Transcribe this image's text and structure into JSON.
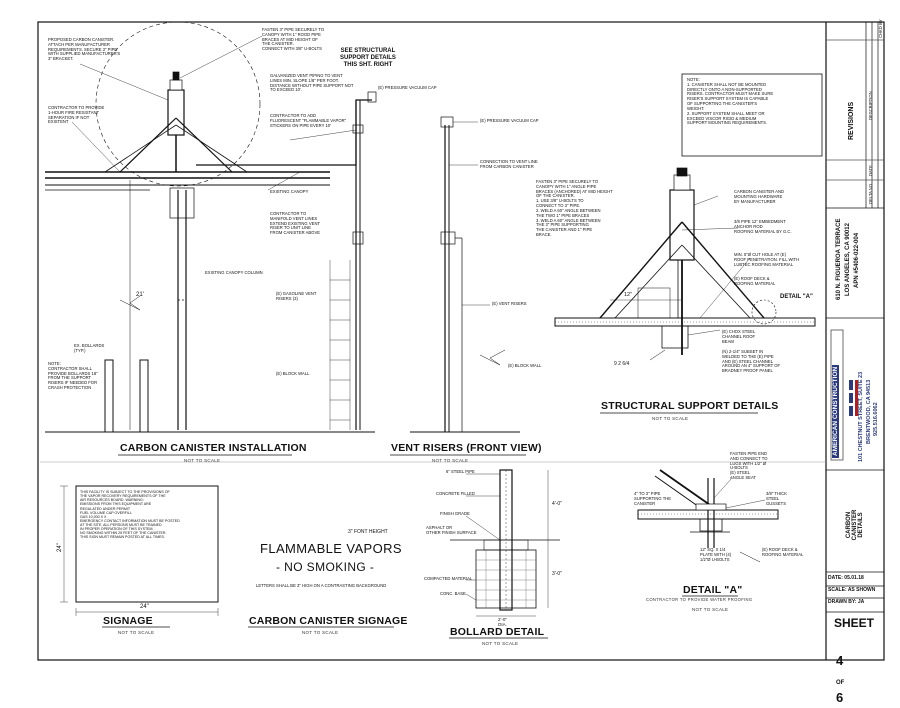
{
  "title_block": {
    "revisions_title": "REVISIONS",
    "rev_col_description": "DESCRIPTION",
    "rev_col_date": "DATE",
    "rev_col_delta": "DELTA NO.",
    "rev_col_chkd": "CHKD BY",
    "project_address_line1": "610 N. FIGUEROA TERRACE",
    "project_address_line2": "LOS ANGELES, CA 90012",
    "project_apn": "APN #5406-022-004",
    "company_name": "AMERICAN CONSTRUCTION",
    "company_address_line1": "101 CHESTNUT STREET, SUITE 23",
    "company_address_line2": "BRENTWOOD, CA 94513",
    "company_phone": "925.516.6062",
    "sheet_description": "CARBON CANISTER\nDETAILS",
    "date_label": "DATE: 05.01.18",
    "scale_label": "SCALE: AS SHOWN",
    "drawn_label": "DRAWN BY: JA",
    "sheet_label": "SHEET",
    "sheet_number": "4",
    "sheet_of": "OF",
    "sheet_total": "6"
  },
  "details": {
    "carbon_canister_installation": {
      "title": "CARBON CANISTER INSTALLATION",
      "scale": "NOT TO SCALE",
      "note_top_left": "PROPOSED CARBON CANISTER.\nATTACH PER MANUFACTURER\nREQUIREMENTS. SECURE 3\" PIPE\nWITH SUPPLIED MANUFACTURER'S\n3\" BRACKET.",
      "note_fasten": "FASTEN 3\" PIPE SECURELY TO\nCANOPY WITH 1\" ROOD PIPE\nBRACES AT MID HEIGHT OF\nTHE CANISTER.\nCONNECT WITH 3/8\" U-BOLTS",
      "note_see_structural": "SEE STRUCTURAL\nSUPPORT DETAILS\nTHIS SHT. RIGHT",
      "note_contractor_hour": "CONTRACTOR TO PROVIDE\n1-HOUR FIRE RESISTANT\nSEPARATION IF NOT\nEXISTENT",
      "note_galvanized": "GALVANIZED VENT PIPING TO VENT\nLINES MIN. SLOPE 1/8\" PER FOOT.\nDISTANCE WITHOUT PIPE SUPPORT NOT\nTO EXCEED 10'.",
      "note_flammable_stickers": "CONTRACTOR TO ADD\nFLUORESCENT \"FLAMMABLE VAPOR\"\nSTICKERS ON PIPE EVERY 10'",
      "note_existing_canopy": "EXISTING CANOPY",
      "note_manifold": "CONTRACTOR TO\nMANIFOLD VENT LINES\nEXTEND EXISTING VENT\nRISER TO UNIT LINE\nFROM CANISTER ABOVE",
      "note_canopy_column": "EXISTING CANOPY COLUMN",
      "note_height": "21'",
      "note_bollards": "EX. BOLLARDS\n(TYP.)",
      "note_contractor_bollards": "NOTE:\nCONTRACTOR SHALL\nPROVIDE BOLLARDS 18\"\nFROM THE SUPPORT\nRISERS IF NEEDED FOR\nCRASH PROTECTION",
      "note_pressure_cap": "(E) PRESSURE VACUUM CAP",
      "note_ex_vent_risers": "(E) GASOLINE VENT\nRISERS (3)",
      "note_block_wall": "(E) BLOCK WALL"
    },
    "vent_risers": {
      "title": "VENT RISERS (FRONT VIEW)",
      "scale": "NOT TO SCALE",
      "note_pressure_cap": "(E) PRESSURE VACUUM CAP",
      "note_connection": "CONNECTION TO VENT LINE\nFROM CARBON CANISTER",
      "note_vent_risers": "(E) VENT RISERS",
      "note_block_wall": "(E) BLOCK WALL"
    },
    "structural_support": {
      "title": "STRUCTURAL SUPPORT DETAILS",
      "scale": "NOT TO SCALE",
      "note_box": "NOTE:\n1.  CANISTER SHALL NOT BE MOUNTED\n    DIRECTLY ONTO A NON-SUPPORTED\n    RISERS. CONTRACTOR MUST MAKE SURE\n    RISER'S SUPPORT SYSTEM IS CAPABLE\n    OF SUPPORTING THE CANISTER'S\n    WEIGHT.\n2.  SUPPORT SYSTEM SHALL MEET OR\n    EXCEED VISCOR RIGID & MEDIUM\n    SUPPORT MOUNTING REQUIREMENTS.",
      "note_fasten": "FASTEN 3\" PIPE SECURELY TO\nCANOPY WITH 1\" ANGLE PIPE\nBRACES (ANCHORED) AT MID HEIGHT\nOF THE CANISTER.\n1. USE 3/8\" U-BOLTS TO\n   CONNECT TO 3\" PIPE.\n2. WELD A 60\" ANGLE BETWEEN\n   THE TWO 1\" PIPE BRACES\n3. WELD A 60\" ANGLE BETWEEN\n   THE 3\" PIPE SUPPORTING\n   THE CANISTER AND 1\" PIPE\n   BRACE.",
      "note_canister": "CARBON CANISTER AND\nMOUNTING HARDWARE\nBY MANUFACTURER",
      "note_pipe": "3/8 PIPE 12\" EMBEDMENT\nANCHOR ROD\nROOFING MATERIAL BY G.C.",
      "note_cut_hole": "MIN. 5\"Ø CUT HOLE AT (E)\nROOF PENETRATION. FILL WITH\nLUBTEC ROOFING MATERIAL",
      "note_roof_deck": "(E) ROOF DECK &\nROOFING MATERIAL",
      "detail_ref": "DETAIL \"A\"",
      "dim_12": "12\"",
      "note_c_channel": "(E) CHOX STEEL\nCHANNEL ROOF\nBEAM",
      "note_angle": "(N) 2-1/4\" SUBSET IN\nWELDED TO THE (E) PIPE\nAND (E) STEEL CHANNEL\nAROUND AN 4\" SUPPORT OF\nBRADNEY PROOF PANEL",
      "slope": "9 2 6/4"
    },
    "detail_a": {
      "title": "DETAIL \"A\"",
      "subtitle": "CONTRACTOR TO PROVIDE WATER PROOFING",
      "scale": "NOT TO SCALE",
      "note_fasten": "FASTEN PIPE END\nAND CONNECT TO\nLUGS WITH 1/2\" Ø\nU-BOLTS\n(E) STEEL\nANGLE SEAT",
      "note_pipe": "4\" TO 3\" PIPE\nSUPPORTING THE\nCANISTER",
      "note_roof": "3/8\" THICK\nSTEEL\nGUSSETS",
      "note_plate": "12\" SQ. X 1/4\nPLATE WITH (4)\n1/2\"Ø U-BOLTS",
      "note_deck": "(E) ROOF DECK &\nROOFING MATERIAL"
    },
    "signage": {
      "title": "SIGNAGE",
      "scale": "NOT TO SCALE",
      "dim_height": "24\"",
      "dim_width": "24\"",
      "sign_text": "THIS FACILITY IS SUBJECT TO THE PROVISIONS OF\nTHE VAPOR RECOVERY REQUIREMENTS OF THE\nAIR RESOURCES BOARD. WARNING:\nEMISSIONS FROM THIS EQUIPMENT ARE\nREGULATED UNDER PERMIT\nFUEL   VOLUME   CAP   OVERFILL\nGAS    10,000    X       X\nEMERGENCY CONTACT INFORMATION MUST BE POSTED\nAT THE SITE. ALL PERSONS MUST BE TRAINED\nIN PROPER OPERATION OF THIS SYSTEM.\nNO SMOKING WITHIN 25 FEET OF THE CANISTER.\nTHIS SIGN MUST REMAIN POSTED AT ALL TIMES."
    },
    "canister_signage": {
      "title": "CARBON CANISTER SIGNAGE",
      "scale": "NOT TO SCALE",
      "font_height": "3\" FONT HEIGHT",
      "line1": "FLAMMABLE VAPORS",
      "line2": "- NO SMOKING -",
      "note": "LETTERS SHALL BE 3\" HIGH ON A CONTRASTING BACKGROUND"
    },
    "bollard": {
      "title": "BOLLARD DETAIL",
      "scale": "NOT TO SCALE",
      "note_pipe": "6\" STEEL PIPE",
      "note_concrete": "CONCRETE FILLED",
      "note_finish": "FINISH GRADE",
      "note_asphalt": "ASPHALT OR\nOTHER FINISH SURFACE",
      "note_compacted": "COMPACTED MATERIAL",
      "note_base": "CONC. BASE",
      "dim_above": "4'-0\"",
      "dim_below": "3'-0\"",
      "dim_dia": "2'-0\"\nDIA."
    }
  }
}
